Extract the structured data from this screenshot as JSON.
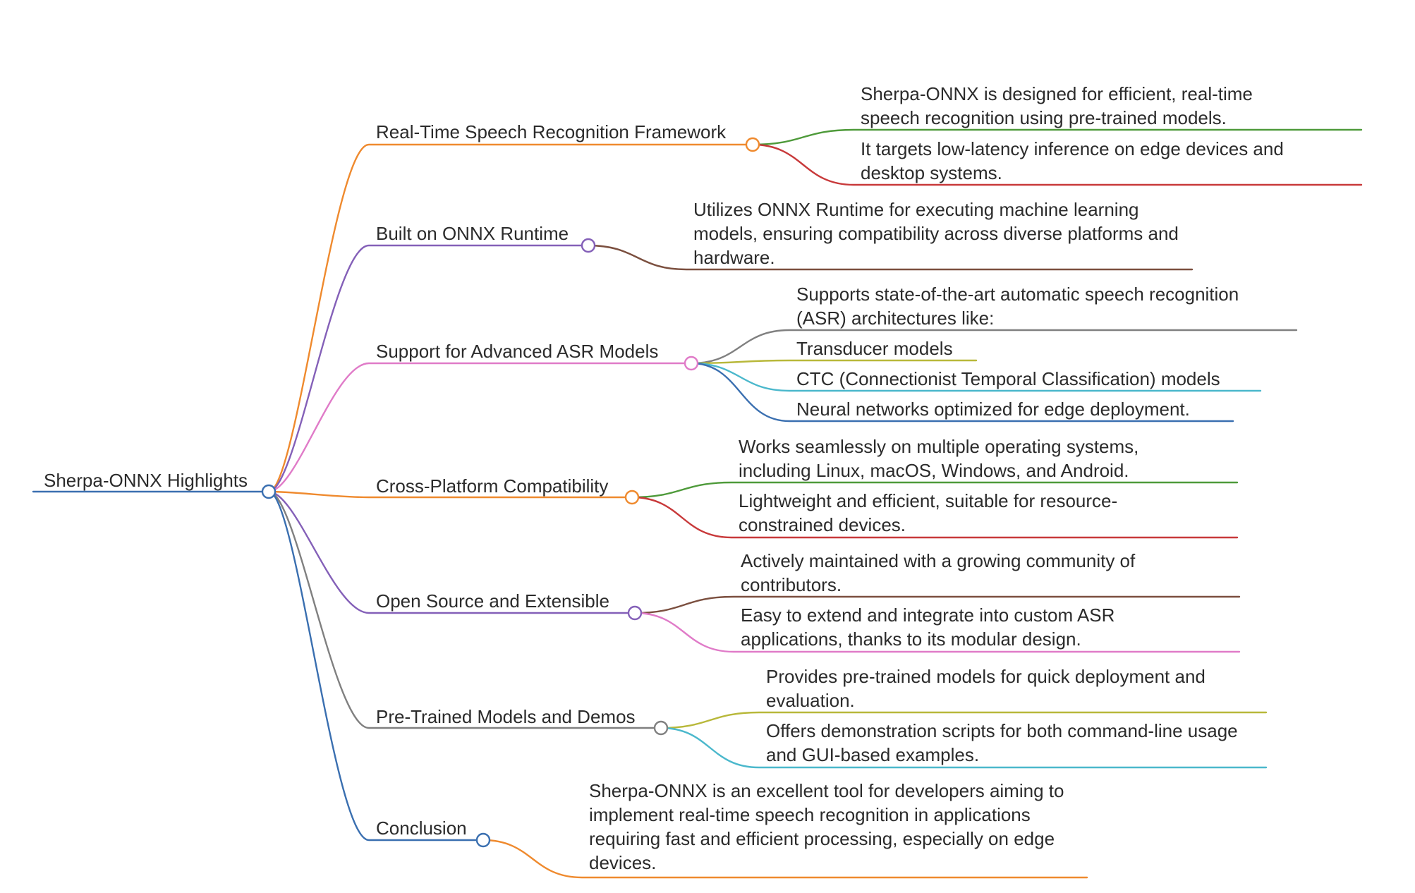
{
  "root": {
    "label": "Sherpa-ONNX Highlights",
    "color": "#3a6fb0"
  },
  "branches": [
    {
      "label": "Real-Time Speech Recognition Framework",
      "color": "#ef8a2e",
      "children": [
        {
          "text": "Sherpa-ONNX is designed for efficient, real-time speech recognition using pre-trained models.",
          "color": "#4e9a3a"
        },
        {
          "text": "It targets low-latency inference on edge devices and desktop systems.",
          "color": "#c8393a"
        }
      ]
    },
    {
      "label": "Built on ONNX Runtime",
      "color": "#8460b8",
      "children": [
        {
          "text": "Utilizes ONNX Runtime for executing machine learning models, ensuring compatibility across diverse platforms and hardware.",
          "color": "#7b4f3f"
        }
      ]
    },
    {
      "label": "Support for Advanced ASR Models",
      "color": "#e07bc8",
      "children": [
        {
          "text": "Supports state-of-the-art automatic speech recognition (ASR) architectures like:",
          "color": "#808080"
        },
        {
          "text": "Transducer models",
          "color": "#b8b83a"
        },
        {
          "text": "CTC (Connectionist Temporal Classification) models",
          "color": "#4bb8cc"
        },
        {
          "text": "Neural networks optimized for edge deployment.",
          "color": "#3a6fb0"
        }
      ]
    },
    {
      "label": "Cross-Platform Compatibility",
      "color": "#ef8a2e",
      "children": [
        {
          "text": "Works seamlessly on multiple operating systems, including Linux, macOS, Windows, and Android.",
          "color": "#4e9a3a"
        },
        {
          "text": "Lightweight and efficient, suitable for resource-constrained devices.",
          "color": "#c8393a"
        }
      ]
    },
    {
      "label": "Open Source and Extensible",
      "color": "#8460b8",
      "children": [
        {
          "text": "Actively maintained with a growing community of contributors.",
          "color": "#7b4f3f"
        },
        {
          "text": "Easy to extend and integrate into custom ASR applications, thanks to its modular design.",
          "color": "#e07bc8"
        }
      ]
    },
    {
      "label": "Pre-Trained Models and Demos",
      "color": "#808080",
      "children": [
        {
          "text": "Provides pre-trained models for quick deployment and evaluation.",
          "color": "#b8b83a"
        },
        {
          "text": "Offers demonstration scripts for both command-line usage and GUI-based examples.",
          "color": "#4bb8cc"
        }
      ]
    },
    {
      "label": "Conclusion",
      "color": "#3a6fb0",
      "children": [
        {
          "text": "Sherpa-ONNX is an excellent tool for developers aiming to implement real-time speech recognition in applications requiring fast and efficient processing, especially on edge devices.",
          "color": "#ef8a2e"
        }
      ]
    }
  ]
}
